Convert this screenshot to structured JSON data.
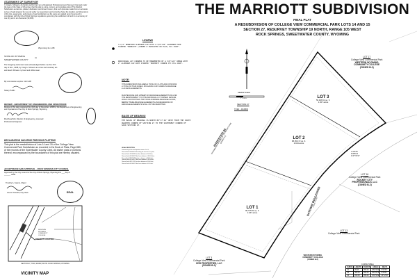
{
  "header": {
    "title": "THE MARRIOTT SUBDIVISION",
    "subtitle": "FINAL PLAT",
    "line1": "A RESUBDIVISION OF COLLEGE VIEW COMMERCIAL PARK LOTS 14 AND 15",
    "line2": "SECTION 27, RESURVEY TOWNSHIP 19 NORTH, RANGE 105 WEST",
    "line3": "ROCK SPRINGS, SWEETWATER COUNTY, WYOMING"
  },
  "surveyor": {
    "heading": "STATEMENT OF SURVEYOR",
    "text": "I, Craig A. Showers, do hereby certify that I am a Registered Professional Land Surveyor licensed under the laws of the State of Wyoming, that this plat is a true, correct, and complete plat of The Marriott Subdivision as laid out, platted, dedicated, and shown hereon, that such plat was made from an accurate survey of said property by me and under my supervision and correctly shows the location and dimensions of the lots, easements, and streets of said subdivision as the same are staked upon the ground in compliance with the City of Rock Springs regulations governing the subdivision of land to an accuracy of one (1) part in ten thousand (10,000).",
    "date": "Wyoming  11-1-08",
    "state": "STATE OF WYOMING",
    "ss": "ss",
    "county": "SWEETWATER COUNTY",
    "ack": "The foregoing instrument was acknowledged before me this 17th day of Nov., 2008, by Craig A. Showers as a free and voluntary act and deed. Witness my hand and official seal.",
    "commission": "My commission expires: 12-19-08",
    "notary": "Notary Public"
  },
  "review": {
    "heading": "REVIEW - DEPARTMENT OF ENGINEERING AND OPERATIONS",
    "text": "Review of this plat completed this 19th day of November, 2008 by the Department of Engineering and Operations of the City of Rock Springs, Wyoming.",
    "signer": "Paul Kauchich, Director of Engineering, Licensed Professional Engineer"
  },
  "declaration": {
    "heading": "DECLARATION VACATING PREVIOUS PLATTING",
    "text": "This plat is the resubdivision of Lots 14 and 15 of the College View Commercial Park Subdivision as recorded in the Book of Plats, Page 880, of the records of the Sweetwater County Clerk. All earlier plats or portions thereof, encompassed by the boundaries of this plat are hereby vacated."
  },
  "acceptance": {
    "heading": "ACCEPTANCE AND APPROVAL - ROCK SPRINGS CITY COUNCIL",
    "text": "Approved by the City Council of the City of Rock Springs, Wyoming this ___ day of ______, 2008.",
    "mayor": "Timothy A. Kaumo, Mayor",
    "clerk": "Lisa M. Tarufelli, City Clerk",
    "seal": "SEAL"
  },
  "vicinity": {
    "title": "VICINITY MAP",
    "caption": "SECTION 27, T19N, R105W, 6th P.M. ROCK SPRINGS, WYOMING",
    "project_label": "PROJECT LOCATION",
    "college_label": "WESTERN WYOMING COMMUNITY COLLEGE"
  },
  "legend": {
    "heading": "LEGEND",
    "item1": "3-1/4\" BERNTSEN ALUMINUM CAP WITH 2-3/8\"x30\" ALUMINUM PIPE STAMPED \"MARRIOTT (CORNER # INDICATED ON PLAT) PLS 2928\".",
    "item2": "INDIVIDUAL LOT CORNERS TO BE MONUMENTED BY A 5/8\"x24\" REBAR WITH 2\" ALUMINUM CAP WITH STAMPED \"PROPERTY CORNER JFC PLS 2928\"."
  },
  "note": {
    "heading": "NOTE:",
    "text1": "THIS SUBDIVISION INCLUDES A TOTAL OF 3 LOTS AND CONTAINS A TOTAL OF 5.618 ACRES, INCLUDING 0.407 ACRES IN DRAINAGE & ACCESS EASEMENTS.",
    "text2": "MAINTENANCE AND UPKEEP OF DRAINAGE EASEMENTS WILL BE THE RESPONSIBILITY OF THE INDIVIDUAL LOT OWNER. FENCES, WALLS OR FOOTINGS THAT WOULD IMPEDE DRAINAGE FLOWS, BERMS THESE DRAINAGE EASEMENTS AND REGRADING OF DRAINAGE EASEMENTS SHALL NOT BE PERMITTED."
  },
  "bearing": {
    "heading": "BASIS OF BEARING",
    "text": "THE BASIS OF BEARING IS NORTH 89°17'44\" WEST FROM THE SOUTH QUARTER CORNER OF SECTION 27 TO THE SOUTHWEST CORNER OF SAID SECTION 27."
  },
  "description": {
    "heading": "LEGAL DESCRIPTION",
    "lines": [
      "Commencing at the south quarter corner of Lot 9;",
      "Thence North 00°00'00\" West along the east line to a point;",
      "Thence South 37°03'58\" East for a distance of 0.00 feet;",
      "Thence South 00°00'00\" West for a distance of 100.00 feet;",
      "Thence North 89°17'44\" East for a distance of 90.00 feet;",
      "Thence South 00°00'00\" West for a distance of 10.00 feet;",
      "Thence South 89°17'44\" East for a distance of 20.00 feet;",
      "Thence South 00°00'00\" West for a distance of 0.10 feet."
    ]
  },
  "scale": {
    "label": "GRAPHIC SCALE",
    "units": "1\" = 60 ft.",
    "section": "SECTION 27",
    "township": "T19N - R105W"
  },
  "lots": [
    {
      "name": "LOT 1",
      "area": "98,745.81 sq. ft.",
      "acres": "2.267 acres"
    },
    {
      "name": "LOT 2",
      "area": "88,053.72 sq. ft.",
      "acres": "2.044 acres"
    },
    {
      "name": "LOT 3",
      "area": "56,926.51 sq. ft.",
      "acres": "1.307 acres"
    }
  ],
  "adjacent": [
    {
      "lot": "LOT 17",
      "park": "College View Commercial Park",
      "owner": "WESTERN WYOMING COMMUNITY COLLEGE",
      "zone": "(ZONED B-2)"
    },
    {
      "lot": "LOT 16",
      "park": "College View Commercial Park",
      "owner": "ROCKEY CITY PROFESSIONALS, LLC",
      "zone": "(ZONED B-2)"
    },
    {
      "lot": "LOT 13",
      "park": "College View Commercial Park",
      "owner": "",
      "zone": ""
    },
    {
      "lot": "LOT 3",
      "park": "College View Commercial Park",
      "owner": "CDR PROPERTIES, LLC",
      "zone": "(ZONED B-2)"
    },
    {
      "lot": "",
      "park": "",
      "owner": "WESTERN WYOMING COMMUNITY COLLEGE",
      "zone": "(ZONED B-2)"
    }
  ],
  "roads": {
    "interstate": "INTERSTATE 80",
    "interstate_sub": "WYOMING DEPARTMENT OF TRANSPORTATION (ZONED B-2)",
    "gateway": "GATEWAY BOULEVARD",
    "gateway_sub": "(Varies R.O.W.)"
  },
  "curve_data": {
    "l": "L=418.56",
    "r": "R=955.00",
    "delta": "Δ=27°00'10\""
  },
  "curve_table": {
    "title": "CURVE TABLE",
    "headers": [
      "CURVE",
      "LENGTH",
      "RADIUS",
      "ANGLE",
      "DELTA"
    ],
    "rows": [
      [
        "C1",
        "89.96",
        "955.00",
        "N50°26'E",
        "5°23'50\""
      ],
      [
        "C2",
        "108.35",
        "955.00",
        "N43°57'E",
        "6°30'01\""
      ],
      [
        "C3",
        "220.25",
        "955.00",
        "N33°23'E",
        "13°12'50\""
      ]
    ]
  }
}
